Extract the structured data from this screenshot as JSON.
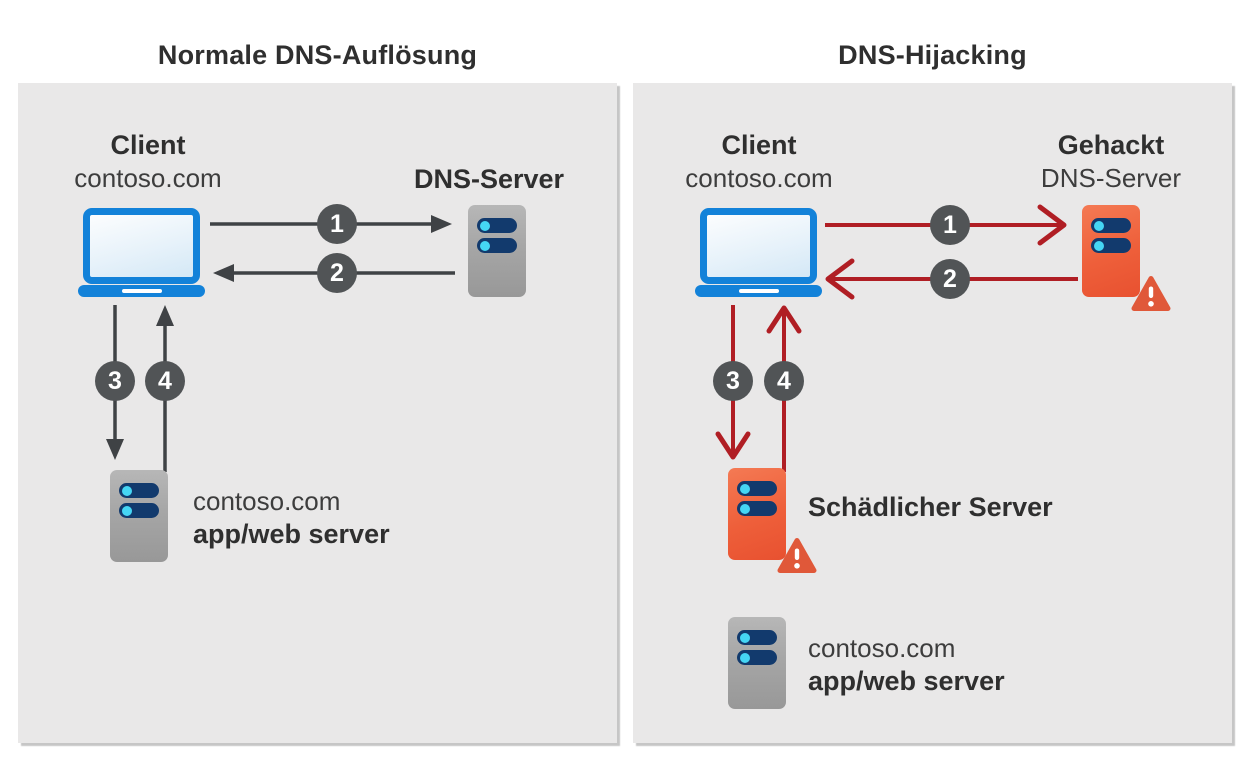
{
  "left_panel": {
    "title": "Normale DNS-Auflösung",
    "client_name": "Client",
    "client_domain": "contoso.com",
    "dns_server_label": "DNS-Server",
    "web_server_domain": "contoso.com",
    "web_server_label": "app/web server",
    "steps": [
      "1",
      "2",
      "3",
      "4"
    ]
  },
  "right_panel": {
    "title": "DNS-Hijacking",
    "client_name": "Client",
    "client_domain": "contoso.com",
    "hacked_label": "Gehackt",
    "dns_server_label": "DNS-Server",
    "malicious_server_label": "Schädlicher Server",
    "web_server_domain": "contoso.com",
    "web_server_label": "app/web server",
    "steps": [
      "1",
      "2",
      "3",
      "4"
    ]
  },
  "colors": {
    "panel_bg": "#e9e8e8",
    "arrow_gray": "#3f4245",
    "arrow_red": "#b01e24",
    "badge_gray": "#515456",
    "laptop_blue": "#1382d9",
    "server_gray": "#a6a6a6",
    "server_orange": "#ee5f3a",
    "slot_navy": "#123a6d",
    "slot_cyan": "#45d6f4",
    "warning_orange": "#e05839",
    "title_text": "#2f2f2f"
  }
}
